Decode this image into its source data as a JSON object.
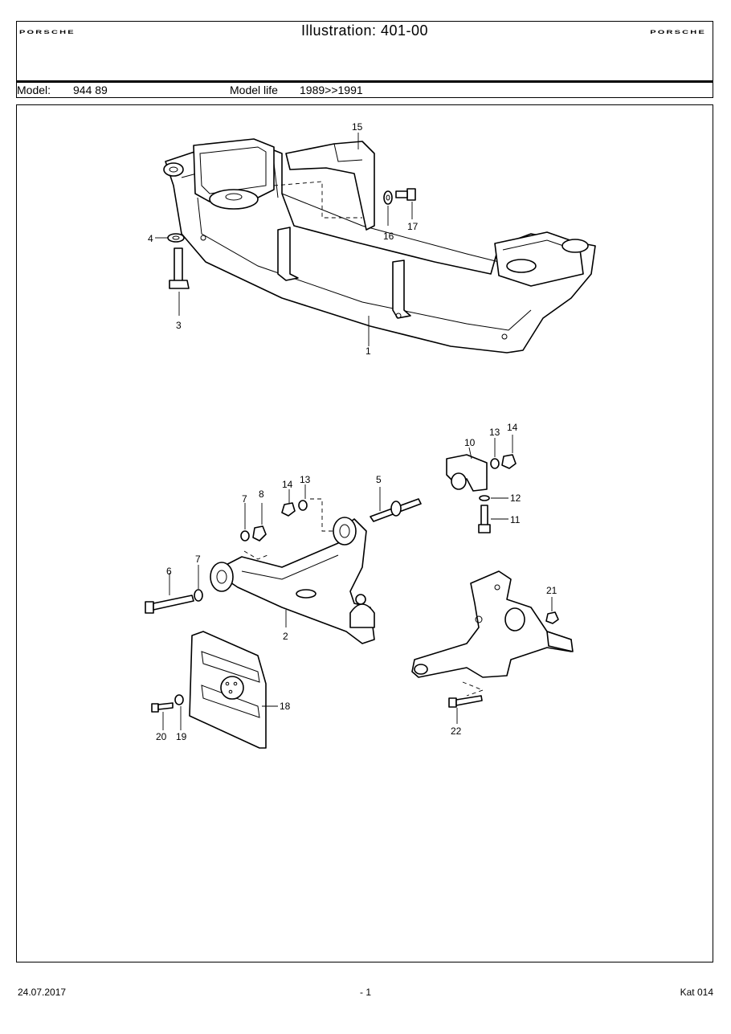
{
  "header": {
    "brand_left": "PORSCHE",
    "brand_right": "PORSCHE",
    "title": "Illustration: 401-00",
    "model_label": "Model:",
    "model_value": "944 89",
    "model_life_label": "Model life",
    "model_life_value": "1989>>1991"
  },
  "callouts": {
    "c1": "1",
    "c2": "2",
    "c3": "3",
    "c4": "4",
    "c5": "5",
    "c6": "6",
    "c7a": "7",
    "c7b": "7",
    "c8": "8",
    "c10": "10",
    "c11": "11",
    "c12": "12",
    "c13a": "13",
    "c13b": "13",
    "c14a": "14",
    "c14b": "14",
    "c15": "15",
    "c16": "16",
    "c17": "17",
    "c18": "18",
    "c19": "19",
    "c20": "20",
    "c21": "21",
    "c22": "22"
  },
  "footer": {
    "date": "24.07.2017",
    "page": "- 1",
    "catalog": "Kat 014"
  }
}
